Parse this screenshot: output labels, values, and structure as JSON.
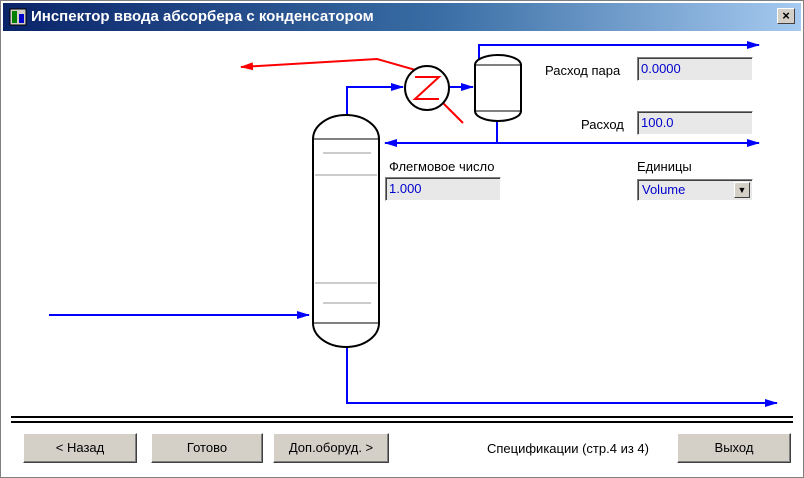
{
  "window": {
    "title": "Инспектор ввода абсорбера с конденсатором",
    "close_label": "×"
  },
  "fields": {
    "vapor_rate": {
      "label": "Расход пара",
      "value": "0.0000"
    },
    "rate": {
      "label": "Расход",
      "value": "100.0"
    },
    "reflux_ratio": {
      "label": "Флегмовое число",
      "value": "1.000"
    },
    "units": {
      "label": "Единицы",
      "value": "Volume"
    }
  },
  "buttons": {
    "back": "< Назад",
    "done": "Готово",
    "extra": "Доп.оборуд. >",
    "exit": "Выход"
  },
  "status": "Спецификации (стр.4 из 4)",
  "colors": {
    "stream_blue": "#0000ff",
    "stream_red": "#ff0000",
    "title_bar": "#0a246a"
  },
  "icons": {
    "app": "app-icon",
    "dropdown": "chevron-down-icon"
  }
}
